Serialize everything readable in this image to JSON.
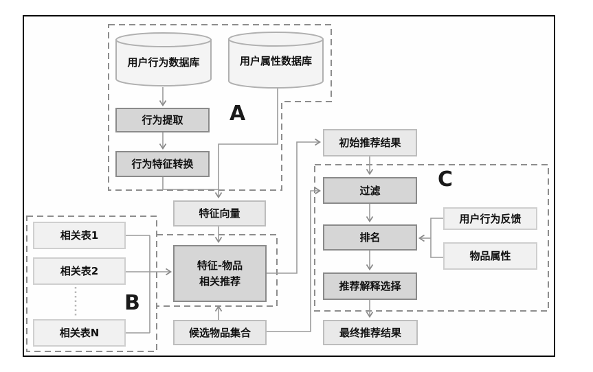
{
  "diagram": {
    "title": "recommendation-system-flow-diagram",
    "regions": {
      "a": {
        "label": "A"
      },
      "b": {
        "label": "B"
      },
      "c": {
        "label": "C"
      }
    },
    "nodes": {
      "user_behavior_db": "用户行为数据库",
      "user_attribute_db": "用户属性数据库",
      "behavior_extraction": "行为提取",
      "behavior_feature_conversion": "行为特征转换",
      "feature_vector": "特征向量",
      "feature_item_rec_line1": "特征-物品",
      "feature_item_rec_line2": "相关推荐",
      "initial_results": "初始推荐结果",
      "filter": "过滤",
      "ranking": "排名",
      "explanation_selection": "推荐解释选择",
      "final_results": "最终推荐结果",
      "user_feedback": "用户行为反馈",
      "item_attributes": "物品属性",
      "candidate_items": "候选物品集合",
      "related_table_1": "相关表1",
      "related_table_2": "相关表2",
      "related_table_n": "相关表N"
    },
    "colors": {
      "process_fill": "#d6d6d6",
      "process_border": "#8a8a8a",
      "result_fill": "#e9e9e9",
      "result_border": "#bdbdbd",
      "input_fill": "#f1f1f1",
      "input_border": "#cfcfcf",
      "cylinder_fill": "#f4f4f4",
      "cylinder_border": "#b0b0b0",
      "connector": "#999999",
      "region_border": "#8c8c8c",
      "frame_border": "#000000"
    }
  }
}
